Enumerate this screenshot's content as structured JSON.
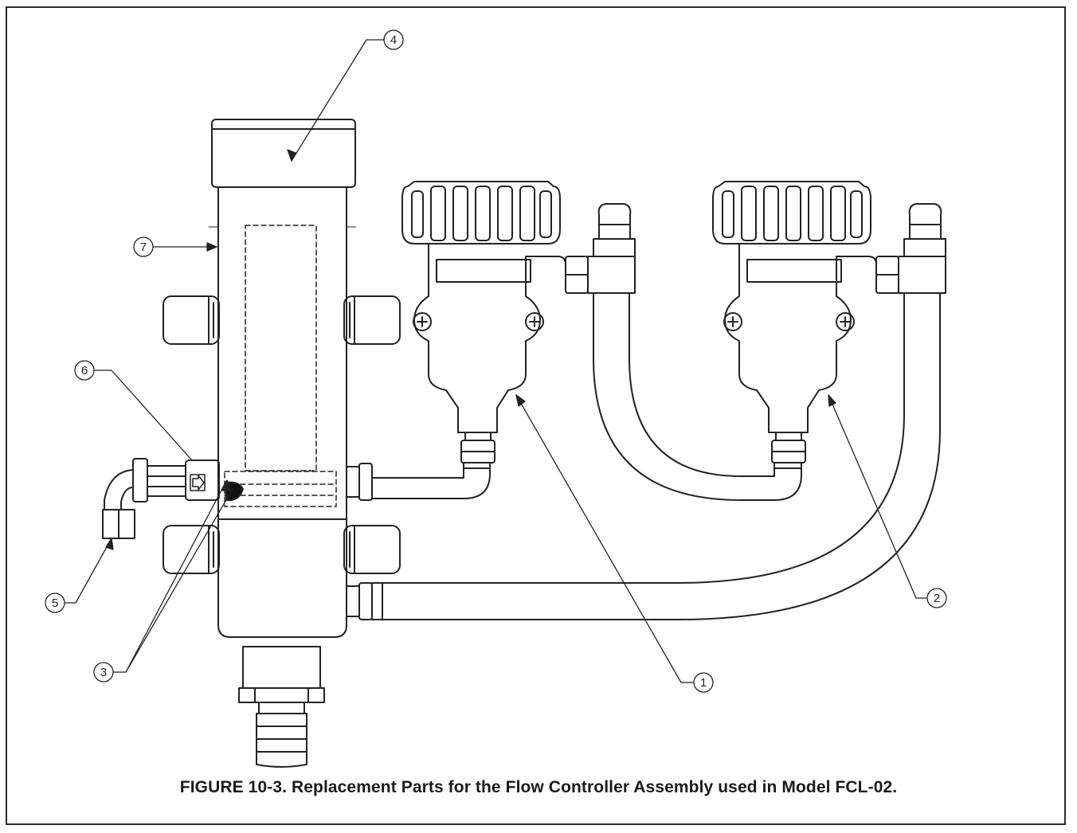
{
  "figure": {
    "caption": "FIGURE 10-3. Replacement Parts for the Flow Controller Assembly used in Model FCL-02."
  },
  "callouts": [
    {
      "id": "1",
      "label": "1"
    },
    {
      "id": "2",
      "label": "2"
    },
    {
      "id": "3",
      "label": "3"
    },
    {
      "id": "4",
      "label": "4"
    },
    {
      "id": "5",
      "label": "5"
    },
    {
      "id": "6",
      "label": "6"
    },
    {
      "id": "7",
      "label": "7"
    }
  ],
  "colors": {
    "line": "#222222",
    "background": "#ffffff"
  }
}
